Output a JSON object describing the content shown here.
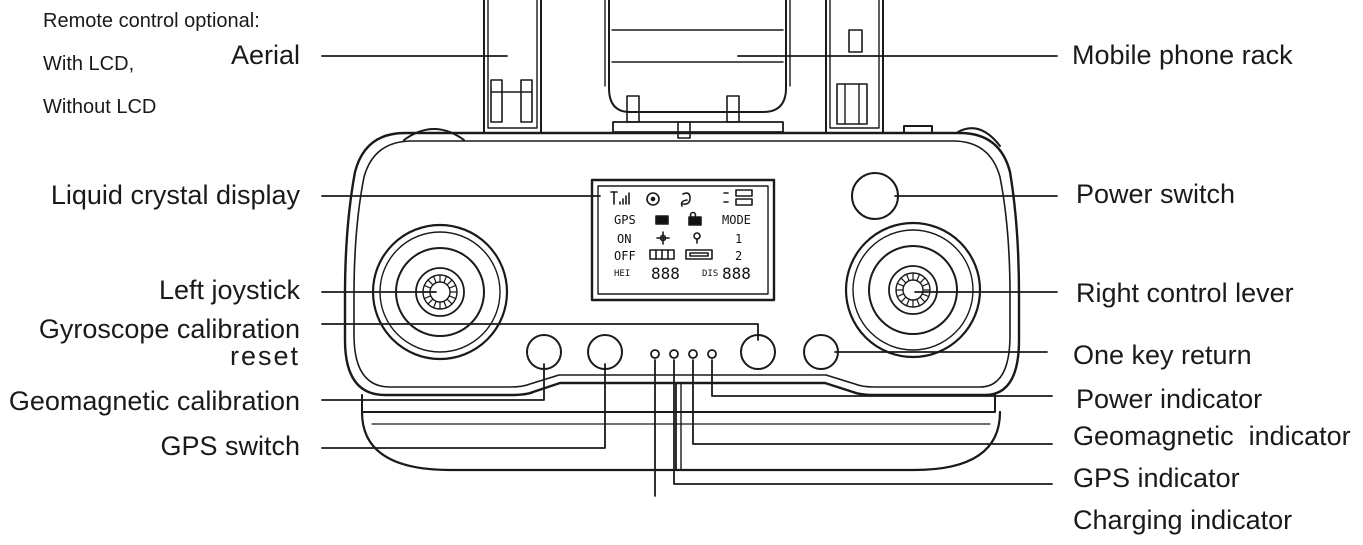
{
  "note": {
    "line1": "Remote control optional:",
    "line2": "With LCD,",
    "line3": "Without LCD"
  },
  "labels": {
    "aerial": "Aerial",
    "mobile_phone_rack": "Mobile phone rack",
    "liquid_crystal_display": "Liquid crystal display",
    "power_switch": "Power switch",
    "left_joystick": "Left joystick",
    "right_control_lever": "Right control lever",
    "gyroscope_line1": "Gyroscope calibration",
    "gyroscope_line2": "reset",
    "one_key_return": "One key return",
    "geomagnetic_calibration": "Geomagnetic calibration",
    "power_indicator": "Power indicator",
    "gps_switch": "GPS switch",
    "geomagnetic_indicator": "Geomagnetic  indicator",
    "gps_indicator": "GPS indicator",
    "charging_indicator": "Charging indicator"
  },
  "lcd": {
    "gps": "GPS",
    "on": "ON",
    "off": "OFF",
    "mode": "MODE",
    "mode1": "1",
    "mode2": "2",
    "hei": "HEI",
    "hei_value": "888",
    "dis": "DIS",
    "dis_value": "888"
  }
}
